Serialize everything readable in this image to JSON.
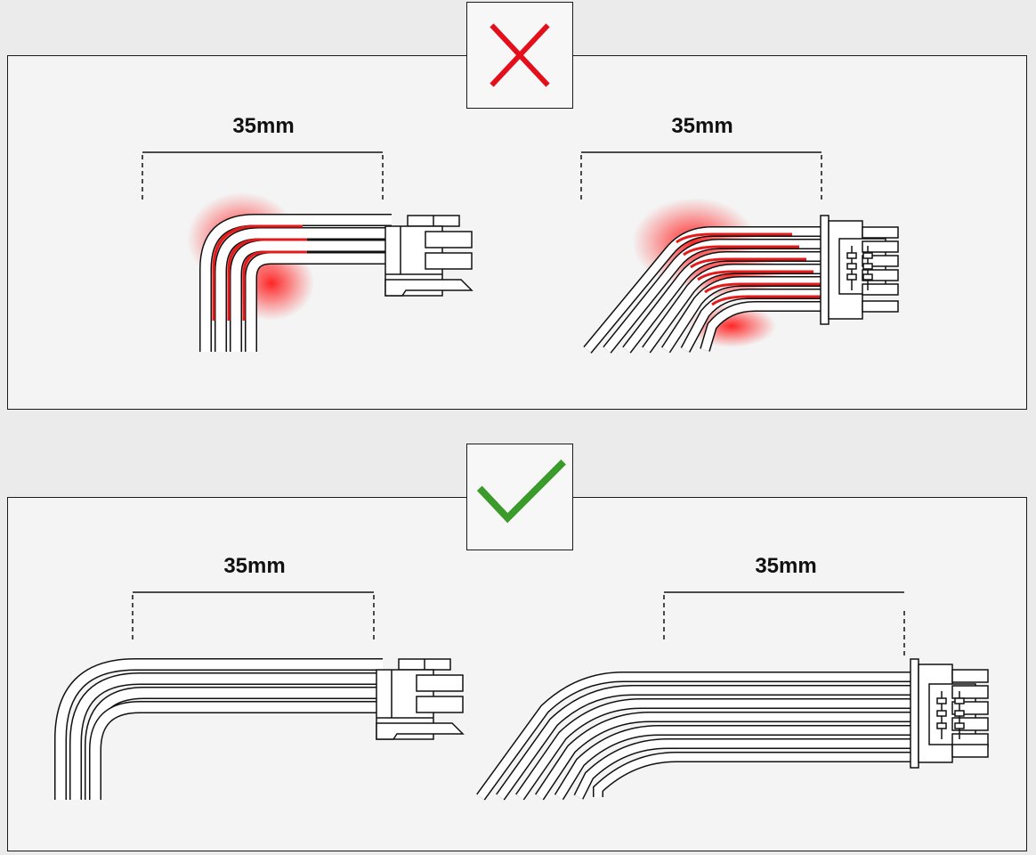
{
  "badges": {
    "bad_icon": "x-mark-icon",
    "good_icon": "checkmark-icon",
    "bad_color": "#e3101b",
    "good_color": "#3a9a2a"
  },
  "labels": {
    "bad_left": "35mm",
    "bad_right": "35mm",
    "good_left": "35mm",
    "good_right": "35mm"
  },
  "colors": {
    "stress_glow": "#ff1a1a"
  }
}
